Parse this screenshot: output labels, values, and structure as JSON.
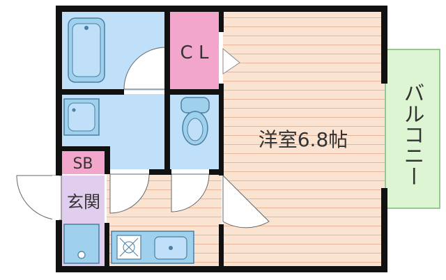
{
  "labels": {
    "closet": "C L",
    "shoe_box": "SB",
    "entrance": "玄関",
    "western_room": "洋室6.8帖",
    "balcony": "バルコニー"
  },
  "colors": {
    "wall": "#111111",
    "wet_area": "#bfe0f8",
    "fixture": "#9fd0ec",
    "fixture_stroke": "#4a7fa3",
    "closet": "#f3a6cc",
    "shoe_box": "#f3a6cc",
    "entrance": "#e1cdee",
    "floor": "#fbe3d2",
    "floor_line": "#e8b69b",
    "balcony": "#ddf5d2",
    "balcony_stroke": "#7ab874",
    "door": "#ffffff"
  }
}
